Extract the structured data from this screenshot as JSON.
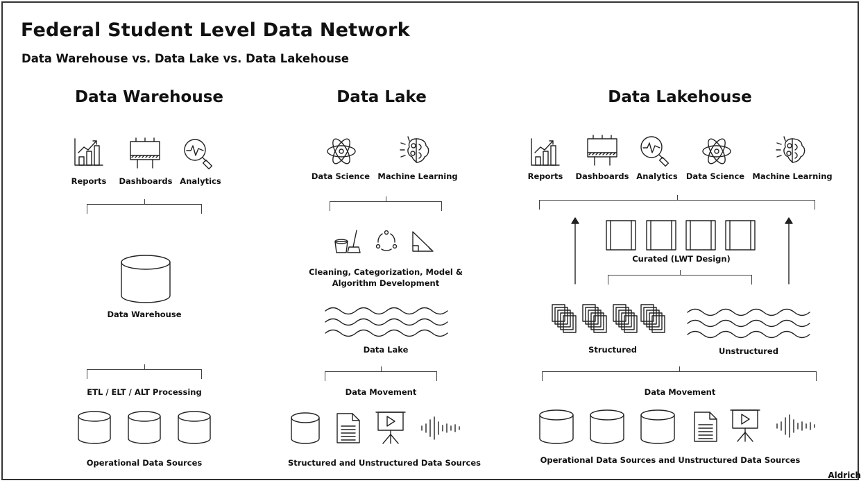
{
  "title": "Federal Student Level Data Network",
  "subtitle": "Data Warehouse vs. Data Lake vs. Data Lakehouse",
  "warehouse": {
    "heading": "Data Warehouse",
    "consumers": [
      "Reports",
      "Dashboards",
      "Analytics"
    ],
    "store_label": "Data Warehouse",
    "processing_label": "ETL / ELT / ALT Processing",
    "sources_label": "Operational Data Sources"
  },
  "lake": {
    "heading": "Data Lake",
    "consumers": [
      "Data Science",
      "Machine Learning"
    ],
    "processing_label": "Cleaning, Categorization, Model & Algorithm Development",
    "store_label": "Data Lake",
    "movement_label": "Data Movement",
    "sources_label": "Structured and Unstructured Data Sources"
  },
  "lakehouse": {
    "heading": "Data Lakehouse",
    "consumers": [
      "Reports",
      "Dashboards",
      "Analytics",
      "Data Science",
      "Machine Learning"
    ],
    "curated_label": "Curated (LWT Design)",
    "structured_label": "Structured",
    "unstructured_label": "Unstructured",
    "movement_label": "Data Movement",
    "sources_label": "Operational Data Sources and Unstructured Data Sources"
  },
  "signature": "Aldrich"
}
